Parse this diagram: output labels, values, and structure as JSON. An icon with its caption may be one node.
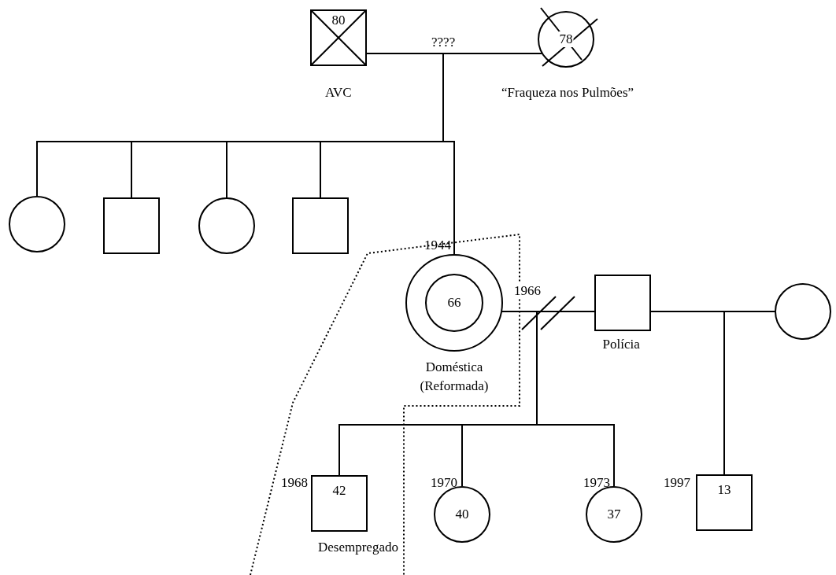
{
  "diagram": {
    "nodes": [
      {
        "text": [
          "80"
        ],
        "beside": [
          "AVC"
        ]
      },
      {
        "text": [
          "78"
        ],
        "beside": [
          "“Fraqueza nos Pulmões”"
        ]
      },
      {
        "text": [],
        "shape": "circle"
      },
      {
        "text": [],
        "shape": "box"
      },
      {
        "text": [],
        "shape": "circle"
      },
      {
        "text": [],
        "shape": "box"
      },
      {
        "text": [
          "66"
        ],
        "beside": [
          "1944",
          "Doméstica (Reformada)"
        ]
      },
      {
        "text": [],
        "shape": "box",
        "beside": [
          "Polícia"
        ]
      },
      {
        "text": [],
        "shape": "circle"
      },
      {
        "text": [
          "42"
        ],
        "beside": [
          "1968",
          "Desempregado"
        ]
      },
      {
        "text": [
          "40"
        ],
        "beside": [
          "1970"
        ]
      },
      {
        "text": [
          "37"
        ],
        "beside": [
          "1973"
        ]
      },
      {
        "text": [
          "13"
        ],
        "beside": [
          "1997"
        ]
      }
    ],
    "edges": [
      {
        "from": 0,
        "to": 1,
        "arrow": "none",
        "label": "????"
      },
      {
        "from": 0,
        "to": 2,
        "arrow": "none"
      },
      {
        "from": 0,
        "to": 3,
        "arrow": "none"
      },
      {
        "from": 0,
        "to": 4,
        "arrow": "none"
      },
      {
        "from": 0,
        "to": 5,
        "arrow": "none"
      },
      {
        "from": 0,
        "to": 6,
        "arrow": "none"
      },
      {
        "from": 1,
        "to": 2,
        "arrow": "none"
      },
      {
        "from": 1,
        "to": 3,
        "arrow": "none"
      },
      {
        "from": 1,
        "to": 4,
        "arrow": "none"
      },
      {
        "from": 1,
        "to": 5,
        "arrow": "none"
      },
      {
        "from": 1,
        "to": 6,
        "arrow": "none"
      },
      {
        "from": 6,
        "to": 7,
        "arrow": "none",
        "label": "1966"
      },
      {
        "from": 6,
        "to": 9,
        "arrow": "none"
      },
      {
        "from": 6,
        "to": 10,
        "arrow": "none"
      },
      {
        "from": 6,
        "to": 11,
        "arrow": "none"
      },
      {
        "from": 7,
        "to": 9,
        "arrow": "none"
      },
      {
        "from": 7,
        "to": 10,
        "arrow": "none"
      },
      {
        "from": 7,
        "to": 11,
        "arrow": "none"
      },
      {
        "from": 7,
        "to": 8,
        "arrow": "none"
      },
      {
        "from": 7,
        "to": 12,
        "arrow": "none"
      },
      {
        "from": 8,
        "to": 12,
        "arrow": "none"
      }
    ]
  }
}
